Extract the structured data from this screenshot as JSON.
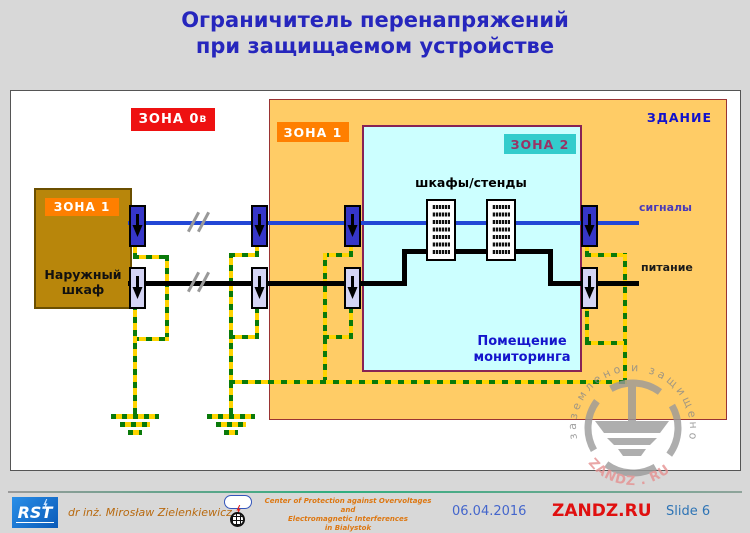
{
  "slide": {
    "title": [
      "Ограничитель перенапряжений",
      "при защищаемом устройстве"
    ]
  },
  "diagram": {
    "zone_labels": {
      "zone0": {
        "text": "ЗОНА 0",
        "sub": "В",
        "color": "#ee1111"
      },
      "zone1_building": {
        "text": "ЗОНА 1",
        "color": "#ff7f00"
      },
      "zone1_cabinet": {
        "text": "ЗОНА 1",
        "color": "#ff7f00"
      },
      "zone2": {
        "text": "ЗОНА 2",
        "color": "#33cccc"
      }
    },
    "building_label": "ЗДАНИЕ",
    "cabinet_label": [
      "Наружный",
      "шкаф"
    ],
    "racks_label": "шкафы/стенды",
    "monitoring_label": [
      "Помещение",
      "мониторинга"
    ],
    "line_labels": {
      "signals": "сигналы",
      "power": "питание"
    },
    "colors": {
      "signal_line": "#2247d6",
      "power_line": "#000000",
      "ground_wire_yellow": "#ffd400",
      "ground_wire_green": "#0a7a0a",
      "building_fill": "#ffcc66",
      "room_fill": "#ccffff",
      "cabinet_fill": "#b8860b",
      "spd_signal_fill": "#3636c8",
      "spd_power_fill": "#d4d4f4",
      "title_color": "#2626bd"
    }
  },
  "watermark": {
    "arc_text": "заземлено  и  защищено",
    "brand": "ZANDZ . RU"
  },
  "footer": {
    "logo": "RST",
    "author": "dr inż. Mirosław Zielenkiewicz",
    "org": [
      "Center of Protection against Overvoltages and",
      "Electromagnetic Interferences",
      "in Bialystok"
    ],
    "date": "06.04.2016",
    "brand": "ZANDZ.RU",
    "slide_number": "Slide 6"
  }
}
